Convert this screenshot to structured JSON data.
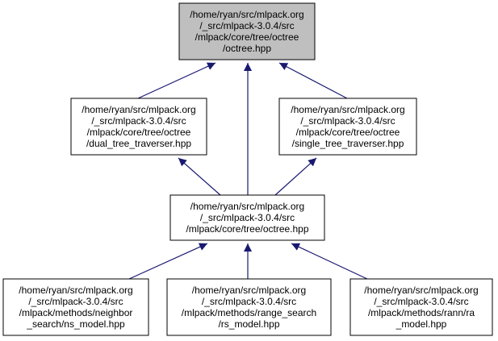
{
  "nodes": [
    {
      "id": "octree_hpp_top",
      "lines": [
        "/home/ryan/src/mlpack.org",
        "/_src/mlpack-3.0.4/src",
        "/mlpack/core/tree/octree",
        "/octree.hpp"
      ],
      "fill": "#bfbfbf",
      "highlighted": true
    },
    {
      "id": "dual_tree_traverser",
      "lines": [
        "/home/ryan/src/mlpack.org",
        "/_src/mlpack-3.0.4/src",
        "/mlpack/core/tree/octree",
        "/dual_tree_traverser.hpp"
      ],
      "fill": "#ffffff"
    },
    {
      "id": "single_tree_traverser",
      "lines": [
        "/home/ryan/src/mlpack.org",
        "/_src/mlpack-3.0.4/src",
        "/mlpack/core/tree/octree",
        "/single_tree_traverser.hpp"
      ],
      "fill": "#ffffff"
    },
    {
      "id": "octree_hpp_mid",
      "lines": [
        "/home/ryan/src/mlpack.org",
        "/_src/mlpack-3.0.4/src",
        "/mlpack/core/tree/octree.hpp"
      ],
      "fill": "#ffffff"
    },
    {
      "id": "ns_model",
      "lines": [
        "/home/ryan/src/mlpack.org",
        "/_src/mlpack-3.0.4/src",
        "/mlpack/methods/neighbor",
        "_search/ns_model.hpp"
      ],
      "fill": "#ffffff"
    },
    {
      "id": "rs_model",
      "lines": [
        "/home/ryan/src/mlpack.org",
        "/_src/mlpack-3.0.4/src",
        "/mlpack/methods/range_search",
        "/rs_model.hpp"
      ],
      "fill": "#ffffff"
    },
    {
      "id": "ra_model",
      "lines": [
        "/home/ryan/src/mlpack.org",
        "/_src/mlpack-3.0.4/src",
        "/mlpack/methods/rann/ra",
        "_model.hpp"
      ],
      "fill": "#ffffff"
    }
  ],
  "edges": [
    {
      "from": "dual_tree_traverser",
      "to": "octree_hpp_top"
    },
    {
      "from": "octree_hpp_mid",
      "to": "octree_hpp_top"
    },
    {
      "from": "single_tree_traverser",
      "to": "octree_hpp_top"
    },
    {
      "from": "octree_hpp_mid",
      "to": "dual_tree_traverser"
    },
    {
      "from": "octree_hpp_mid",
      "to": "single_tree_traverser"
    },
    {
      "from": "ns_model",
      "to": "octree_hpp_mid"
    },
    {
      "from": "rs_model",
      "to": "octree_hpp_mid"
    },
    {
      "from": "ra_model",
      "to": "octree_hpp_mid"
    }
  ],
  "colors": {
    "edge": "#191970",
    "border": "#000000"
  }
}
